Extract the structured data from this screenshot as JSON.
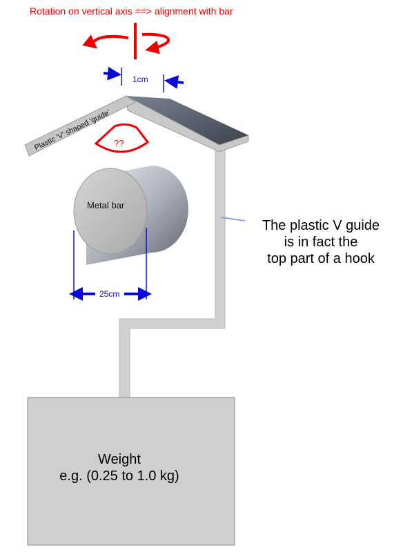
{
  "title": "Rotation on vertical axis ==> alignment with bar",
  "labels": {
    "gap_width": "1cm",
    "guide_label": "Plastic 'V' shaped 'guide'",
    "angle_label": "??",
    "bar_label": "Metal bar",
    "bar_width": "25cm",
    "callout_line1": "The plastic V guide",
    "callout_line2": "is in fact the",
    "callout_line3": "top part of a hook",
    "weight_line1": "Weight",
    "weight_line2": "e.g. (0.25 to 1.0 kg)"
  },
  "colors": {
    "red": "#ee0000",
    "blue": "#0a0ad8",
    "hook": "#d0d0d0",
    "weight_box": "#cfcfcf",
    "callout_line": "#8f9fe8"
  }
}
